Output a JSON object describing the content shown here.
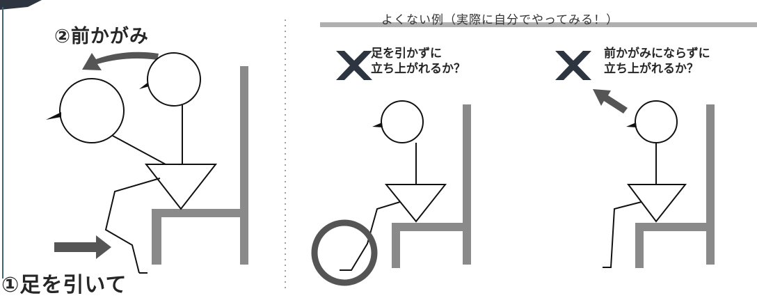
{
  "labels": {
    "step2": "②前かがみ",
    "step1": "①足を引いて",
    "bad_examples_title": "よくない例（実際に自分でやってみる！）"
  },
  "bad_examples": [
    {
      "line1": "足を引かずに",
      "line2": "立ち上がれるか？"
    },
    {
      "line1": "前かがみにならずに",
      "line2": "立ち上がれるか？"
    }
  ],
  "colors": {
    "chair": "#8a8a8a",
    "arrow": "#555555",
    "ink": "#111111",
    "divider": "#9aa0a6"
  },
  "icons": [
    "curved-arrow-icon",
    "right-arrow-icon",
    "x-mark-icon",
    "diagonal-arrow-icon"
  ]
}
